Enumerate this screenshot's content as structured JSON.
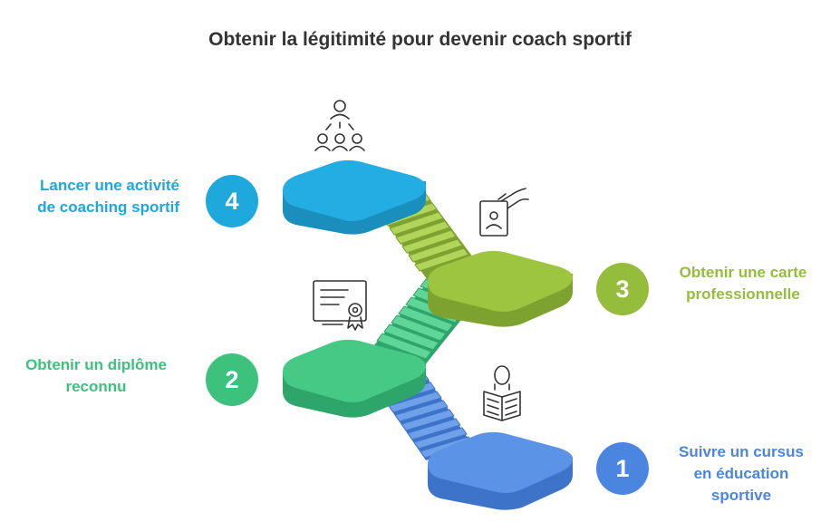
{
  "title": "Obtenir la légitimité pour devenir coach sportif",
  "colors": {
    "step1": "#4a86e0",
    "step2": "#3dc27e",
    "step3": "#95bd3c",
    "step4": "#1ea8dc",
    "icon": "#333333",
    "title": "#333333"
  },
  "steps": [
    {
      "number": "1",
      "lines": [
        "Suivre un cursus",
        "en éducation",
        "sportive"
      ],
      "icon": "student-reading-icon"
    },
    {
      "number": "2",
      "lines": [
        "Obtenir un diplôme",
        "reconnu"
      ],
      "icon": "certificate-icon"
    },
    {
      "number": "3",
      "lines": [
        "Obtenir une carte",
        "professionnelle"
      ],
      "icon": "id-card-icon"
    },
    {
      "number": "4",
      "lines": [
        "Lancer une activité",
        "de coaching sportif"
      ],
      "icon": "team-leader-icon"
    }
  ]
}
